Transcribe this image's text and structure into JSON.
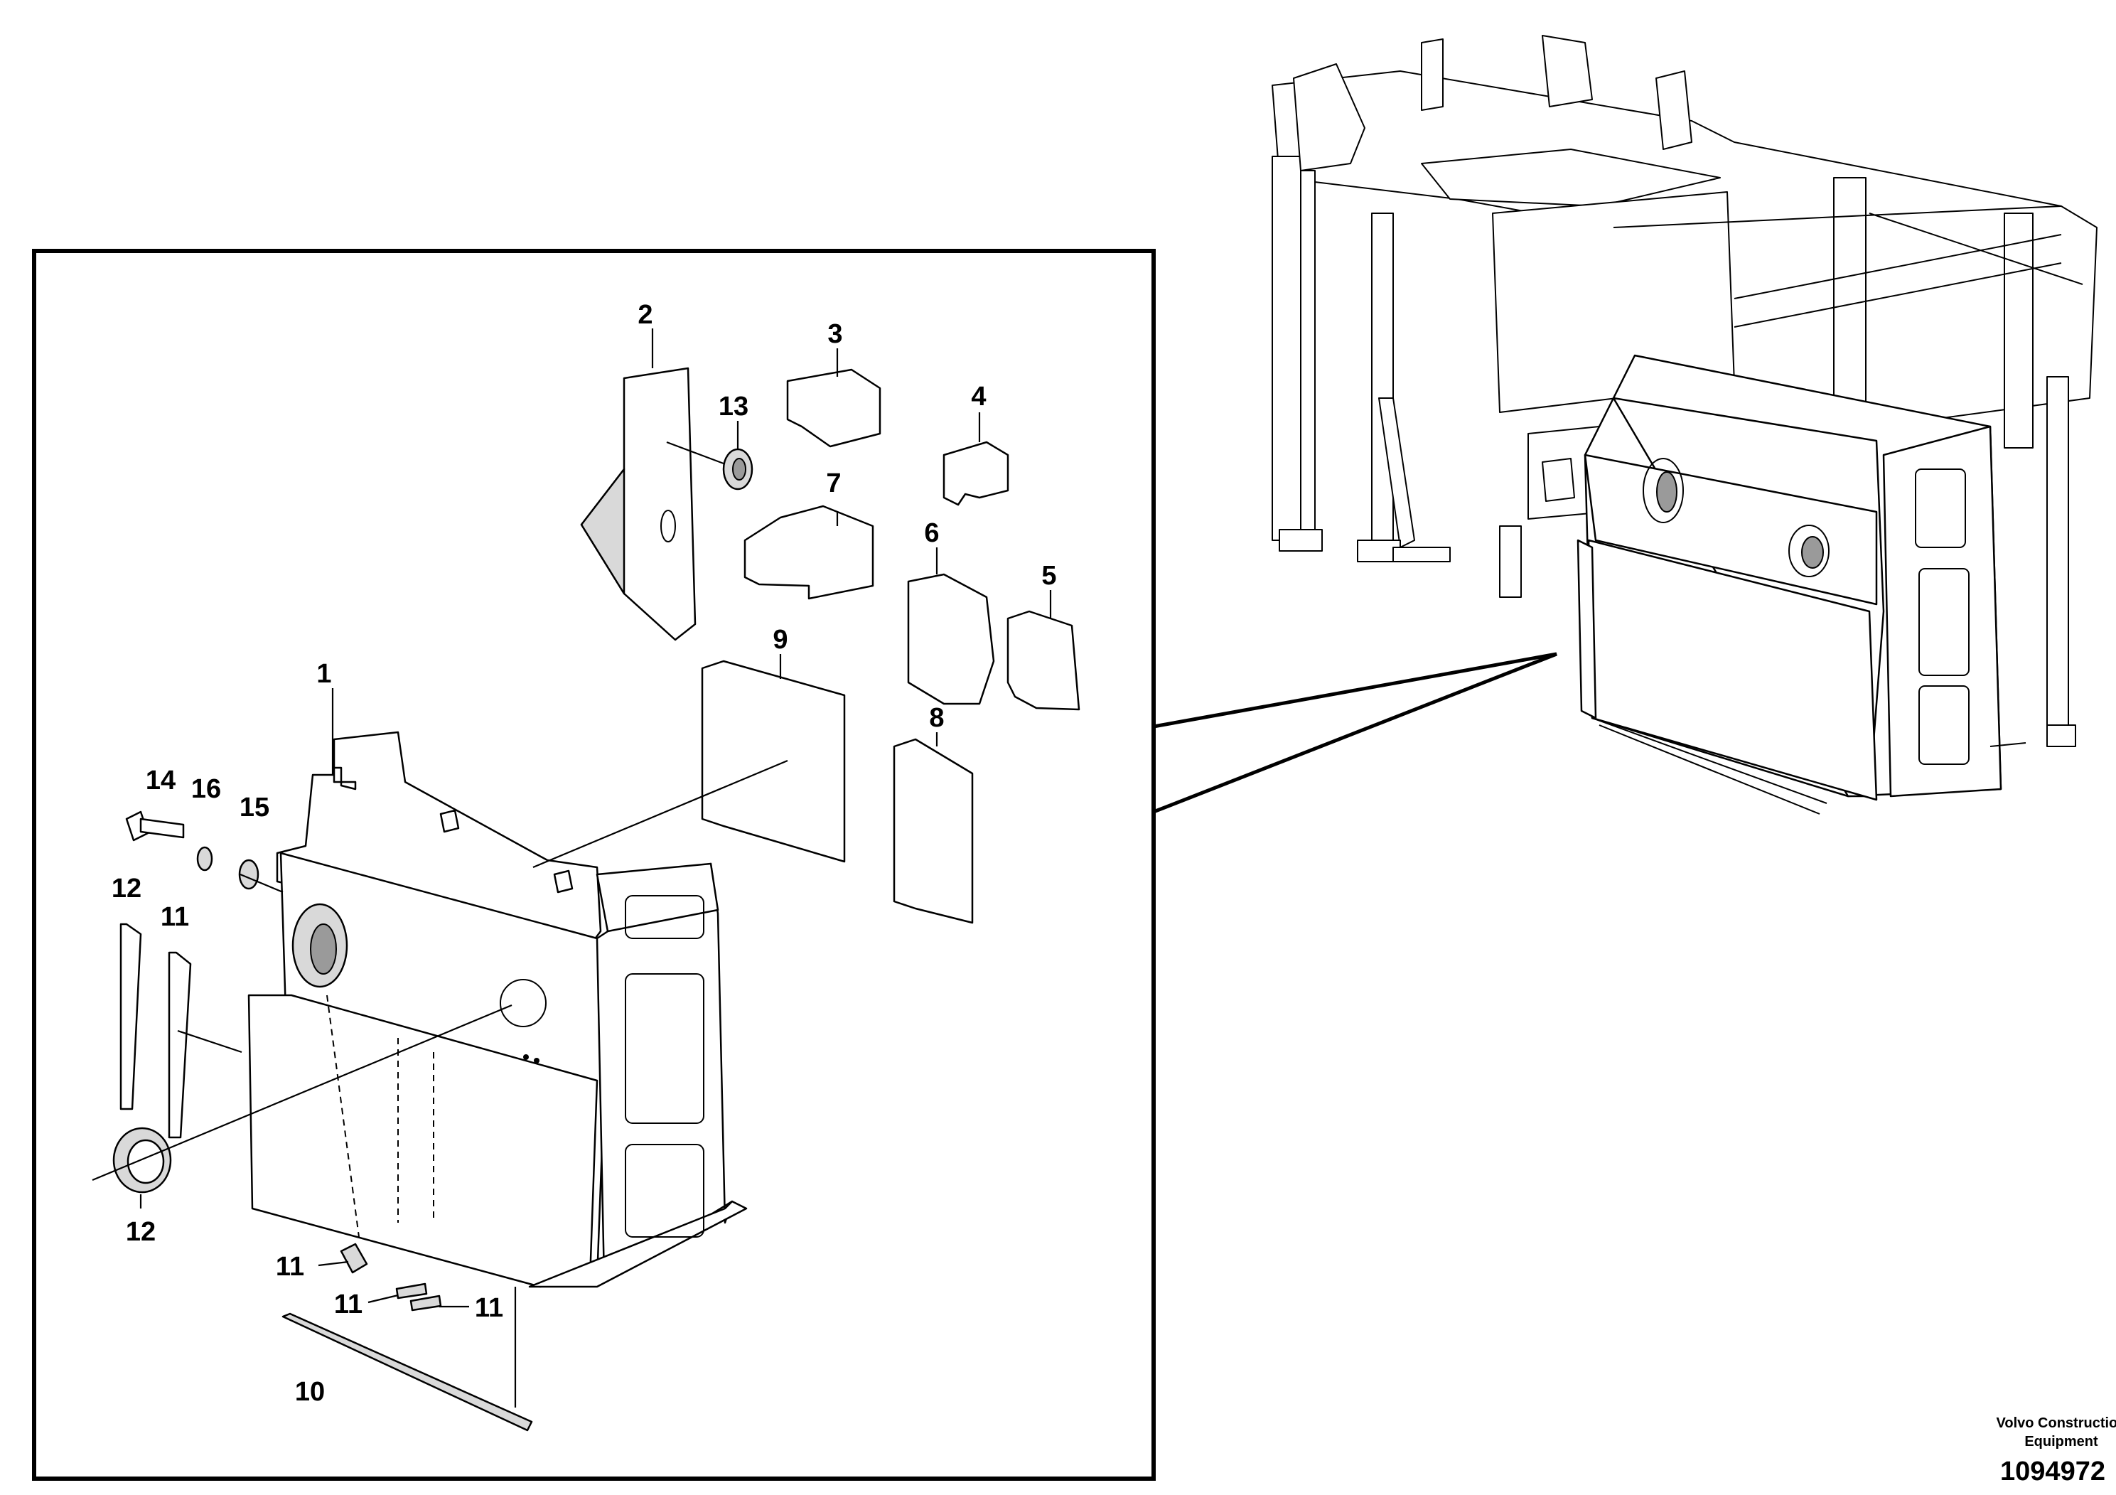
{
  "callouts": {
    "c1": "1",
    "c2": "2",
    "c3": "3",
    "c4": "4",
    "c5": "5",
    "c6": "6",
    "c7": "7",
    "c8": "8",
    "c9": "9",
    "c10": "10",
    "c11a": "11",
    "c11b": "11",
    "c11c": "11",
    "c11d": "11",
    "c12a": "12",
    "c12b": "12",
    "c13": "13",
    "c14": "14",
    "c15": "15",
    "c16": "16"
  },
  "footer": {
    "brand_line1": "Volvo Construction",
    "brand_line2": "Equipment",
    "document_number": "1094972"
  },
  "colors": {
    "line": "#000000",
    "background": "#ffffff",
    "part_shade": "#d9d9d9"
  }
}
